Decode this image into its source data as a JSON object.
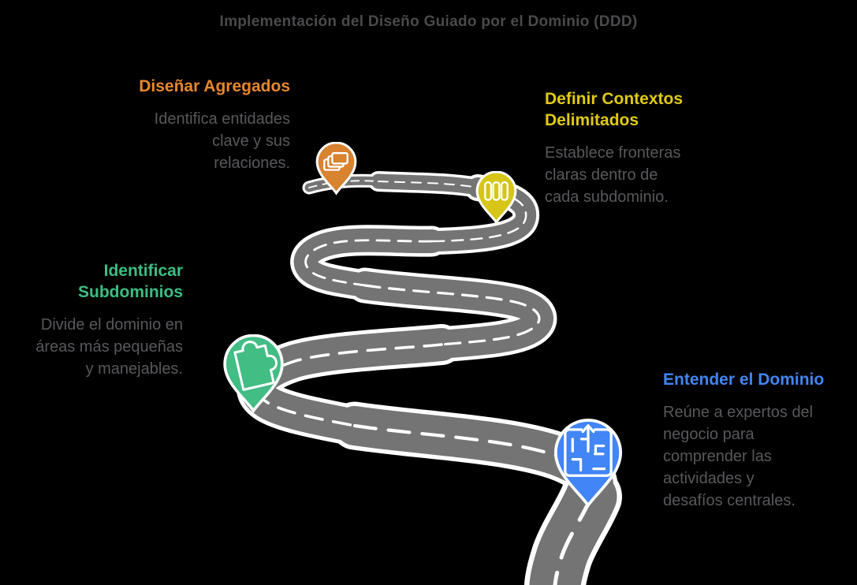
{
  "title": "Implementación del Diseño Guiado por el Dominio (DDD)",
  "colors": {
    "background": "#000000",
    "title-gray": "#4A4A4D",
    "body-gray": "#58575B",
    "road-gray": "#757475",
    "road-line-white": "#FFFFFF",
    "accent-orange": "#E8882C",
    "accent-yellow": "#E0CA12",
    "accent-green": "#3DBE82",
    "accent-blue": "#4285F4",
    "pin-orange": "#D9822F",
    "pin-yellow": "#D7C517",
    "pin-green": "#42BD84",
    "pin-blue": "#4285F4"
  },
  "steps": [
    {
      "id": "disenar-agregados",
      "heading_lines": [
        "Diseñar Agregados"
      ],
      "body_lines": [
        "Identifica entidades",
        "clave y sus",
        "relaciones."
      ],
      "icon": "stacked-cards-icon",
      "pin_color": "#D9822F",
      "text_align": "right"
    },
    {
      "id": "definir-contextos-delimitados",
      "heading_lines": [
        "Definir Contextos",
        "Delimitados"
      ],
      "body_lines": [
        "Establece fronteras",
        "claras dentro de",
        "cada subdominio."
      ],
      "icon": "columns-icon",
      "pin_color": "#D7C517",
      "text_align": "left"
    },
    {
      "id": "identificar-subdominios",
      "heading_lines": [
        "Identificar",
        "Subdominios"
      ],
      "body_lines": [
        "Divide el dominio en",
        "áreas más pequeñas",
        "y manejables."
      ],
      "icon": "puzzle-icon",
      "pin_color": "#42BD84",
      "text_align": "right"
    },
    {
      "id": "entender-el-dominio",
      "heading_lines": [
        "Entender el Dominio"
      ],
      "body_lines": [
        "Reúne a expertos del",
        "negocio para",
        "comprender las",
        "actividades y",
        "desafíos centrales."
      ],
      "icon": "maze-arrow-icon",
      "pin_color": "#4285F4",
      "text_align": "left"
    }
  ]
}
